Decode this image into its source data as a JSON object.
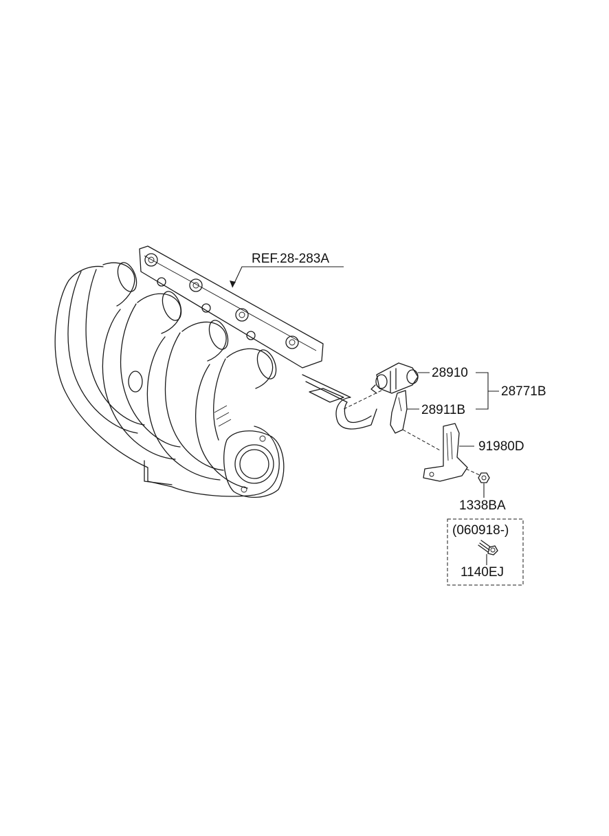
{
  "diagram": {
    "callouts": [
      {
        "id": "ref",
        "text": "REF.28-283A"
      },
      {
        "id": "p28910",
        "text": "28910"
      },
      {
        "id": "p28771b",
        "text": "28771B"
      },
      {
        "id": "p28911b",
        "text": "28911B"
      },
      {
        "id": "p91980d",
        "text": "91980D"
      },
      {
        "id": "p1338ba",
        "text": "1338BA"
      },
      {
        "id": "date",
        "text": "(060918-)"
      },
      {
        "id": "p1140ej",
        "text": "1140EJ"
      }
    ]
  }
}
